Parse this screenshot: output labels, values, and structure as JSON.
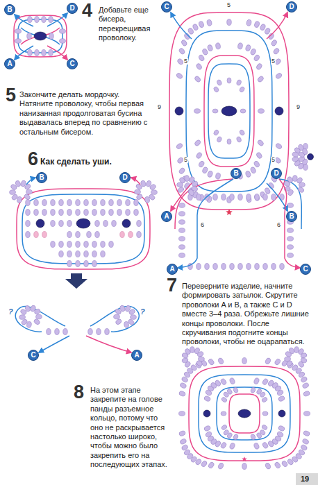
{
  "diagram": {
    "nodes": [
      {
        "text": [
          "B"
        ]
      },
      {
        "text": [
          "D"
        ]
      },
      {
        "text": [
          "A"
        ]
      },
      {
        "text": [
          "C"
        ]
      },
      {
        "text": [
          "C"
        ]
      },
      {
        "text": [
          "D"
        ]
      },
      {
        "text": [
          "A"
        ]
      },
      {
        "text": [
          "B"
        ]
      },
      {
        "text": [
          "B"
        ]
      },
      {
        "text": [
          "D"
        ]
      },
      {
        "text": [
          "C"
        ]
      },
      {
        "text": [
          "A"
        ]
      },
      {
        "text": [
          "B"
        ]
      },
      {
        "text": [
          "D"
        ]
      },
      {
        "text": [
          "A"
        ]
      },
      {
        "text": [
          "C"
        ]
      }
    ],
    "labels": [
      "4",
      "Добавьте еще бисера, перекрещивая проволоку.",
      "5",
      "5",
      "5",
      "9",
      "9",
      "5",
      "5",
      "5",
      "Закончите делать мордочку. Натяните проволоку, чтобы первая нанизанная продолговатая бусина выдавалась вперед по сравнению с остальным бисером.",
      "6",
      "Как сделать уши.",
      "?",
      "?",
      "6",
      "6",
      "7",
      "Переверните изделие, начните формировать затылок. Скрутите проволоки A и B, а также C и D вместе 3–4 раза. Обрежьте лишние концы проволоки. После скручивания подогните концы проволоки, чтобы не оцарапаться.",
      "8",
      "На этом этапе закрепите на голове панды разъемное кольцо, потому что оно не раскрывается настолько широко, чтобы можно было закрепить его на последующих этапах.",
      "19"
    ]
  }
}
